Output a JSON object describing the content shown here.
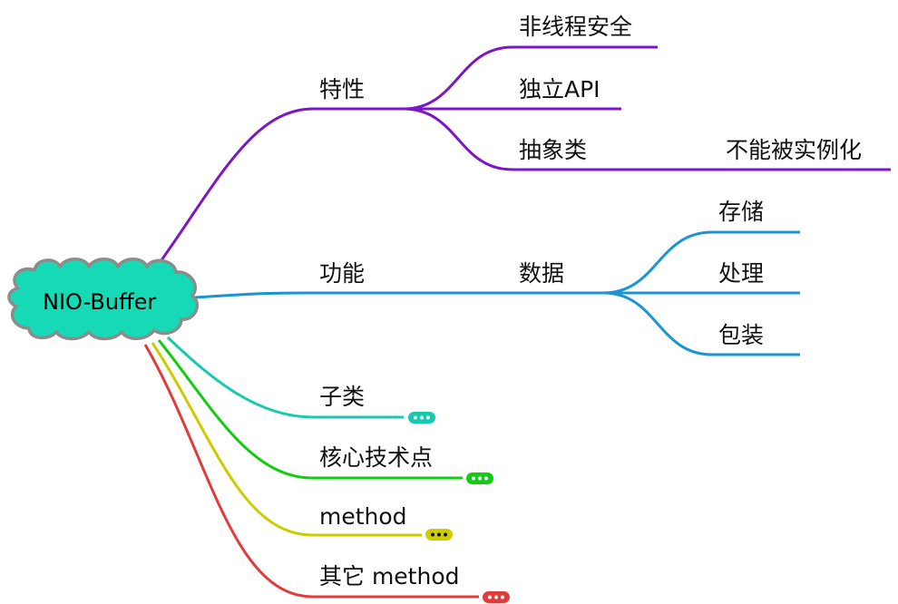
{
  "root": {
    "label": "NIO-Buffer",
    "fill": "#16d9b5",
    "stroke": "#8c8c8c"
  },
  "branches": [
    {
      "label": "特性",
      "color": "#7b16c9",
      "children": [
        {
          "label": "非线程安全"
        },
        {
          "label": "独立API"
        },
        {
          "label": "抽象类",
          "children": [
            {
              "label": "不能被实例化"
            }
          ]
        }
      ]
    },
    {
      "label": "功能",
      "color": "#1a94d4",
      "children": [
        {
          "label": "数据",
          "children": [
            {
              "label": "存储"
            },
            {
              "label": "处理"
            },
            {
              "label": "包装"
            }
          ]
        }
      ]
    },
    {
      "label": "子类",
      "color": "#17c9ad",
      "collapsed": true
    },
    {
      "label": "核心技术点",
      "color": "#12cc12",
      "collapsed": true
    },
    {
      "label": "method",
      "color": "#cccc00",
      "collapsed": true
    },
    {
      "label": "其它 method",
      "color": "#e03c3c",
      "collapsed": true
    }
  ]
}
